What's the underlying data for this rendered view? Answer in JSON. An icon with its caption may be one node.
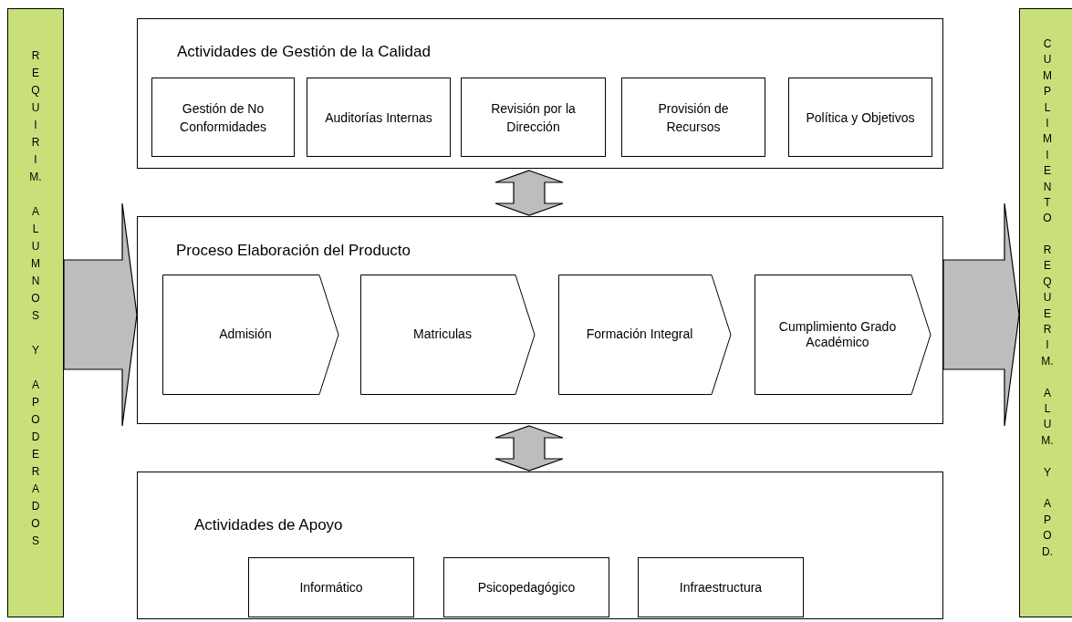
{
  "diagram": {
    "nodes": [
      {
        "text": [
          "REQUIRIM. ALUMNOS Y APODERADOS"
        ]
      },
      {
        "text": [
          "Actividades de Gestión de la Calidad"
        ]
      },
      {
        "text": [
          "Gestión de No Conformidades"
        ],
        "in": 1
      },
      {
        "text": [
          "Auditorías Internas"
        ],
        "in": 1
      },
      {
        "text": [
          "Revisión por la Dirección"
        ],
        "in": 1
      },
      {
        "text": [
          "Provisión de Recursos"
        ],
        "in": 1
      },
      {
        "text": [
          "Política y Objetivos"
        ],
        "in": 1
      },
      {
        "text": [
          "Proceso Elaboración del Producto"
        ]
      },
      {
        "text": [
          "Admisión"
        ],
        "in": 7
      },
      {
        "text": [
          "Matriculas"
        ],
        "in": 7
      },
      {
        "text": [
          "Formación Integral"
        ],
        "in": 7
      },
      {
        "text": [
          "Cumplimiento Grado Académico"
        ],
        "in": 7
      },
      {
        "text": [
          "Actividades de Apoyo"
        ]
      },
      {
        "text": [
          "Informático"
        ],
        "in": 12
      },
      {
        "text": [
          "Psicopedagógico"
        ],
        "in": 12
      },
      {
        "text": [
          "Infraestructura"
        ],
        "in": 12
      },
      {
        "text": [
          "CUMPLIMIENTO REQUERIM. ALUM. Y APOD."
        ]
      }
    ],
    "edges": [
      {
        "from": 0,
        "to": 7,
        "arrow": "to"
      },
      {
        "from": 1,
        "to": 7,
        "arrow": "both"
      },
      {
        "from": 7,
        "to": 12,
        "arrow": "both"
      },
      {
        "from": 7,
        "to": 16,
        "arrow": "to"
      }
    ]
  }
}
